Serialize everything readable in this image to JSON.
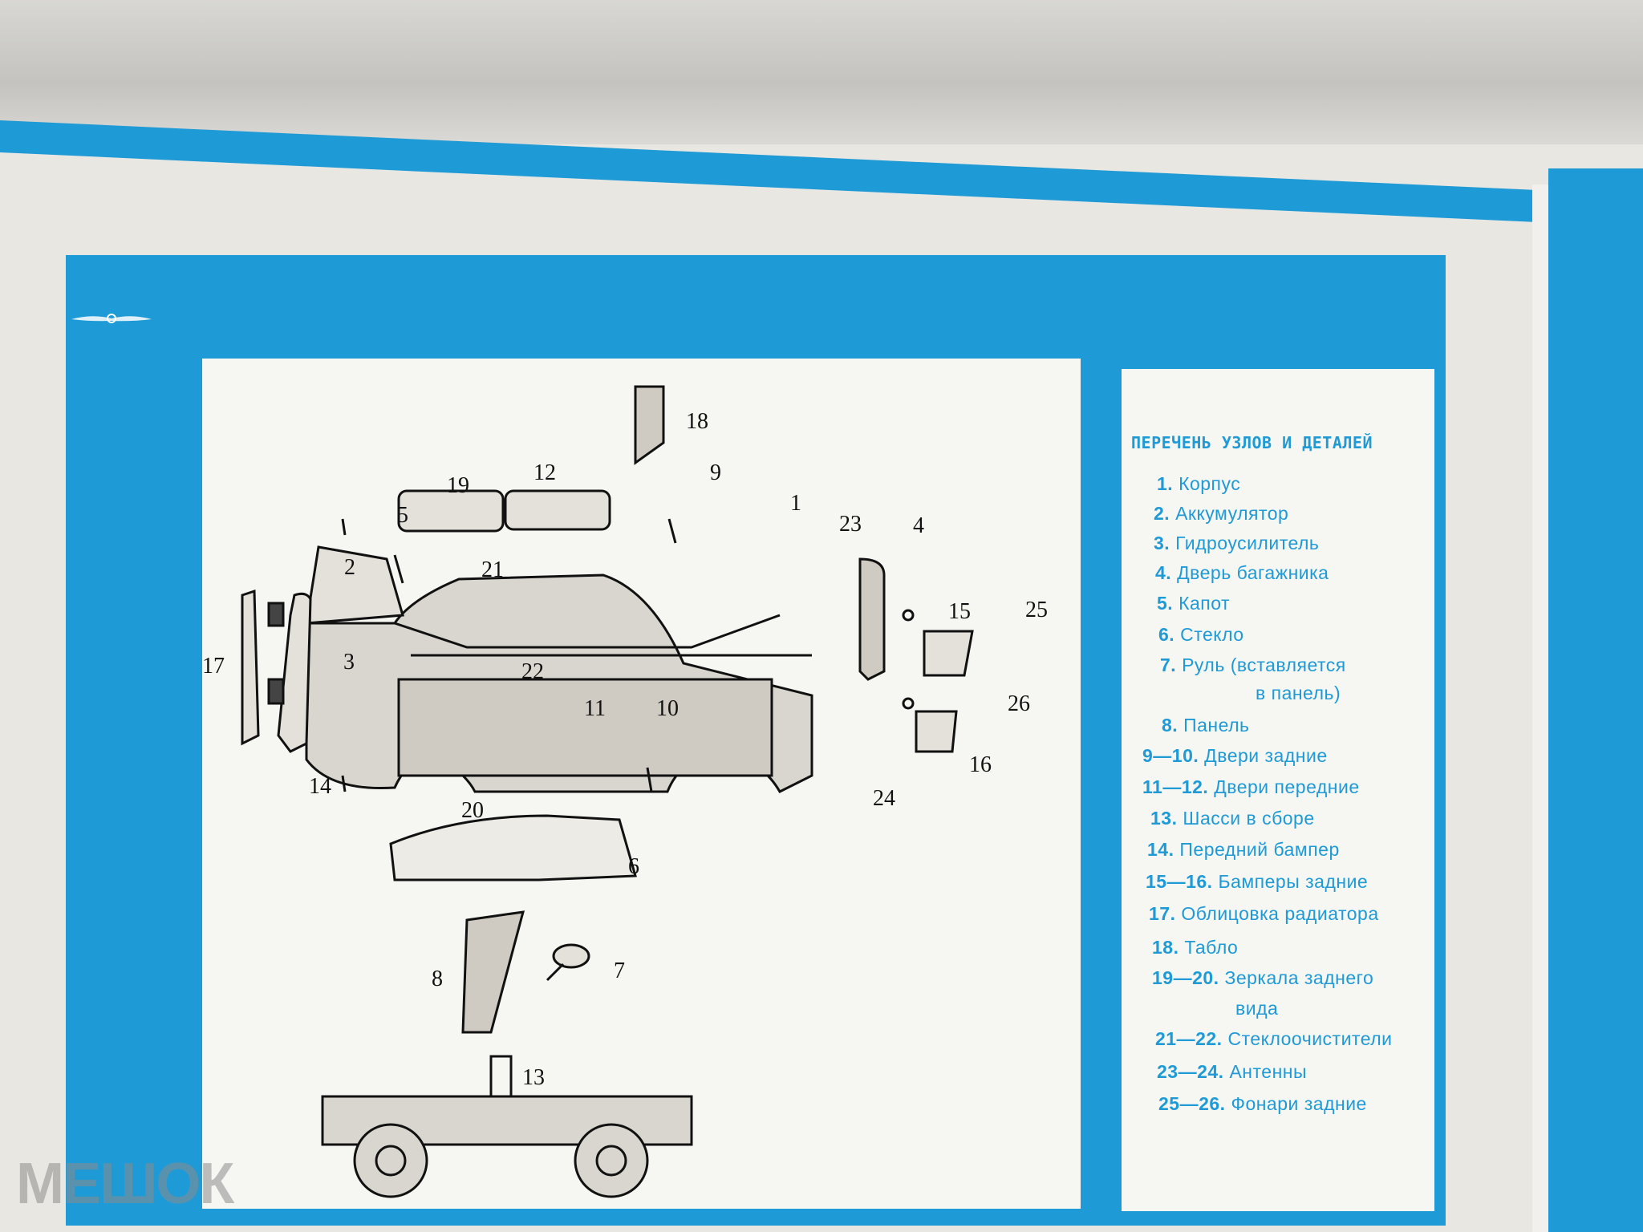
{
  "list": {
    "title": "ПЕРЕЧЕНЬ УЗЛОВ И ДЕТАЛЕЙ",
    "items": [
      {
        "num": "1.",
        "text": "Корпус"
      },
      {
        "num": "2.",
        "text": "Аккумулятор"
      },
      {
        "num": "3.",
        "text": "Гидроусилитель"
      },
      {
        "num": "4.",
        "text": "Дверь багажника"
      },
      {
        "num": "5.",
        "text": "Капот"
      },
      {
        "num": "6.",
        "text": "Стекло"
      },
      {
        "num": "7.",
        "text": "Руль   (вставляется"
      },
      {
        "num": "",
        "text": "в панель)"
      },
      {
        "num": "8.",
        "text": "Панель"
      },
      {
        "num": "9—10.",
        "text": "Двери задние"
      },
      {
        "num": "11—12.",
        "text": "Двери передние"
      },
      {
        "num": "13.",
        "text": "Шасси в сборе"
      },
      {
        "num": "14.",
        "text": "Передний бампер"
      },
      {
        "num": "15—16.",
        "text": "Бамперы задние"
      },
      {
        "num": "17.",
        "text": "Облицовка радиатора"
      },
      {
        "num": "18.",
        "text": "Табло"
      },
      {
        "num": "19—20.",
        "text": "Зеркала заднего"
      },
      {
        "num": "",
        "text": "вида"
      },
      {
        "num": "21—22.",
        "text": "Стеклоочистители"
      },
      {
        "num": "23—24.",
        "text": "Антенны"
      },
      {
        "num": "25—26.",
        "text": "Фонари задние"
      }
    ]
  },
  "diagram": {
    "labels": [
      "1",
      "2",
      "3",
      "4",
      "5",
      "6",
      "7",
      "8",
      "9",
      "10",
      "11",
      "12",
      "13",
      "14",
      "15",
      "16",
      "17",
      "18",
      "19",
      "20",
      "21",
      "22",
      "23",
      "24",
      "25",
      "26"
    ]
  },
  "watermark": "МЕШОК",
  "colors": {
    "accent": "#1e9ad6",
    "panel": "#f6f6f2"
  }
}
